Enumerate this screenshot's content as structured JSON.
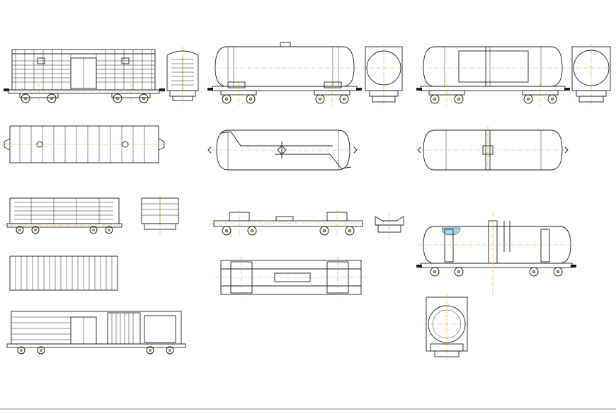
{
  "drawing": {
    "views": [
      {
        "id": "covered-wagon-side",
        "kind": "covered-wagon"
      },
      {
        "id": "covered-wagon-end",
        "kind": "end-view"
      },
      {
        "id": "tank-wagon-side-a",
        "kind": "tank-wagon"
      },
      {
        "id": "tank-wagon-end-a",
        "kind": "tank-end"
      },
      {
        "id": "tank-wagon-side-b",
        "kind": "tank-wagon"
      },
      {
        "id": "tank-wagon-end-b",
        "kind": "tank-end"
      },
      {
        "id": "covered-wagon-roof-plan",
        "kind": "plan"
      },
      {
        "id": "tank-wagon-top-plan-a",
        "kind": "plan"
      },
      {
        "id": "tank-wagon-top-plan-b",
        "kind": "plan"
      },
      {
        "id": "small-wagon-side",
        "kind": "covered-wagon"
      },
      {
        "id": "small-wagon-end",
        "kind": "end-view"
      },
      {
        "id": "flat-underframe-side",
        "kind": "underframe"
      },
      {
        "id": "underframe-end",
        "kind": "end-view"
      },
      {
        "id": "small-wagon-roof-plan",
        "kind": "plan"
      },
      {
        "id": "underframe-plan",
        "kind": "plan"
      },
      {
        "id": "tank-wagon-section",
        "kind": "section"
      },
      {
        "id": "insulated-wagon-side",
        "kind": "covered-wagon"
      },
      {
        "id": "tank-wagon-end-c",
        "kind": "tank-end"
      }
    ],
    "colors": {
      "lines": "#1a1a1a",
      "centerlines": "#f2a100",
      "hubs": "#d8a400",
      "liquid": "#9fd6ec",
      "background": "#ffffff"
    }
  }
}
